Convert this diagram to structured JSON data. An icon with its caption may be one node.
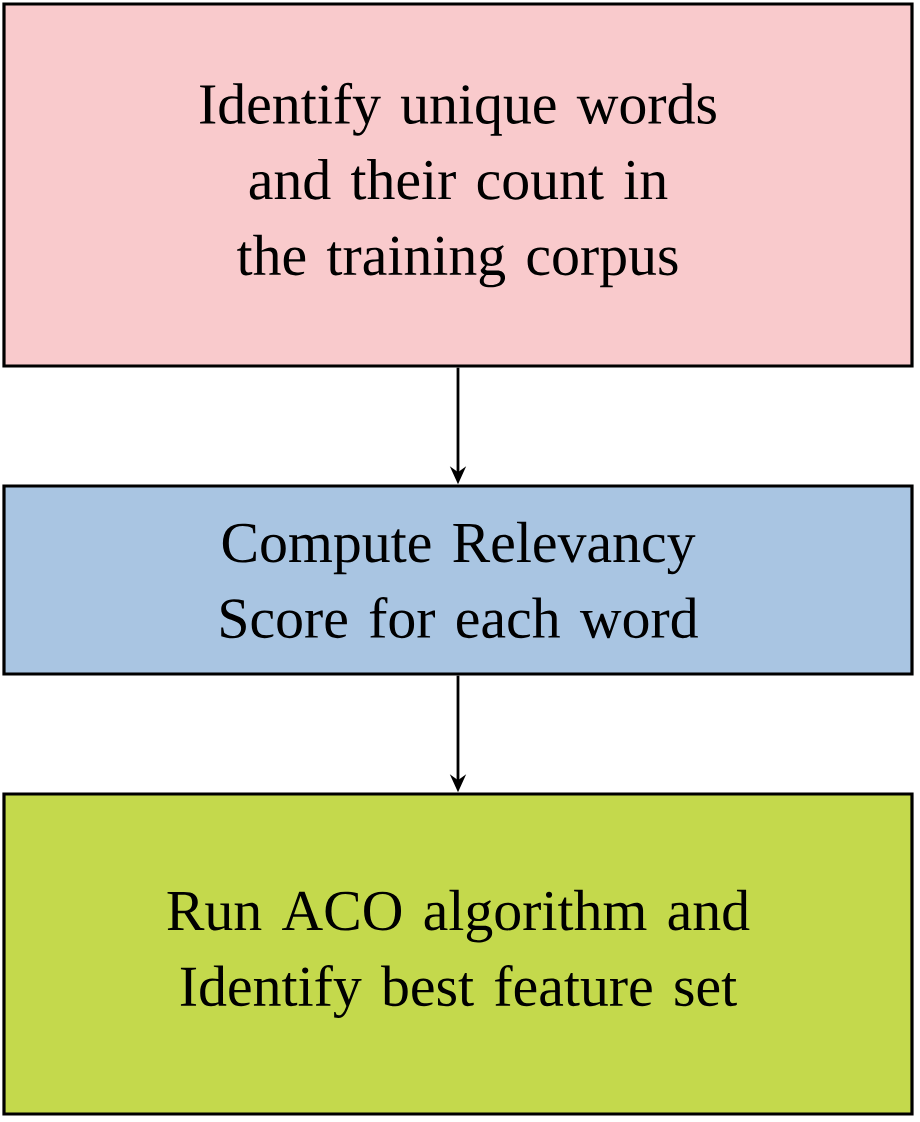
{
  "diagram": {
    "nodes": [
      {
        "text": [
          "Identify unique words and their count in the training corpus"
        ]
      },
      {
        "text": [
          "Compute Relevancy Score for each word"
        ]
      },
      {
        "text": [
          "Run ACO algorithm and Identify best feature set"
        ]
      }
    ],
    "edges": [
      {
        "from": 0,
        "to": 1,
        "arrow": "to"
      },
      {
        "from": 1,
        "to": 2,
        "arrow": "to"
      }
    ]
  }
}
